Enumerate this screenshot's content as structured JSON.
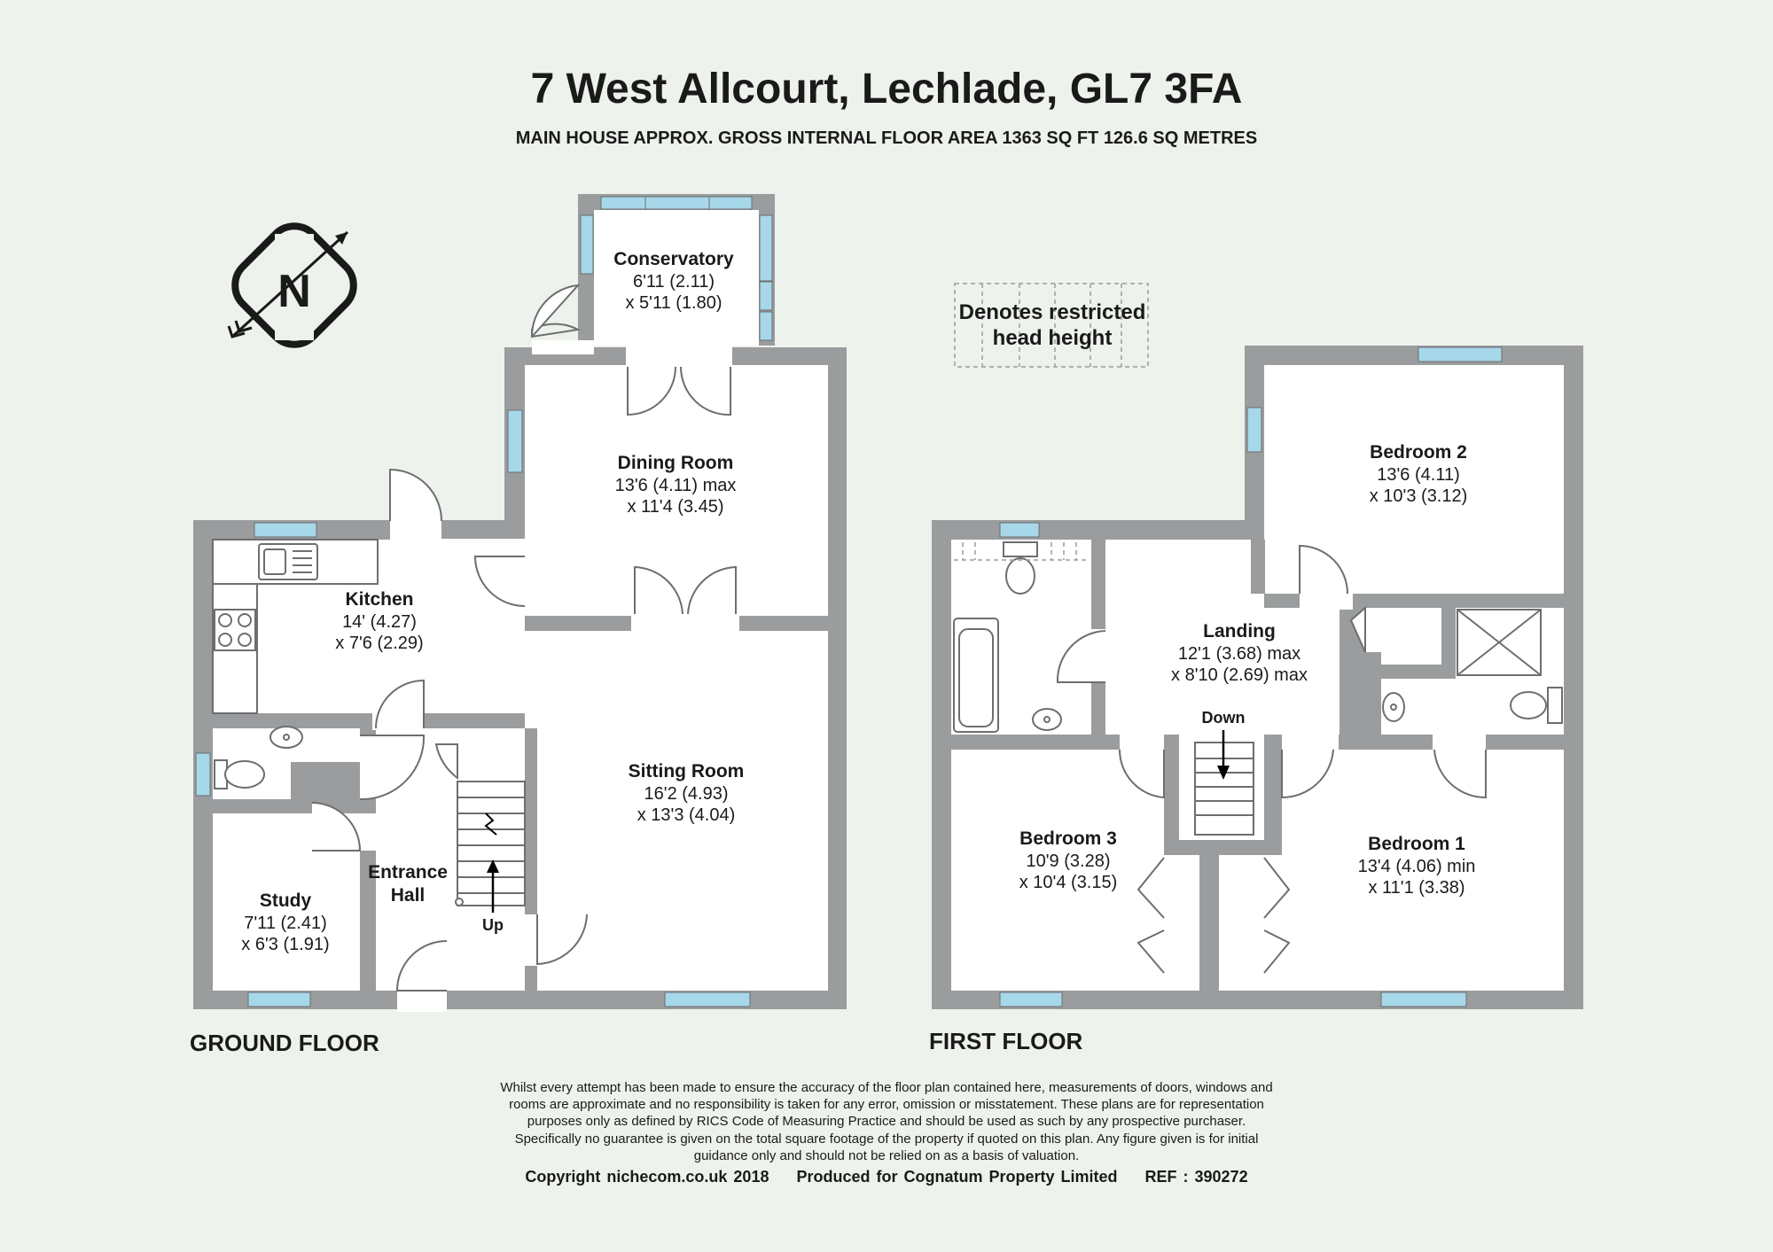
{
  "title": "7 West Allcourt, Lechlade, GL7 3FA",
  "subtitle": "MAIN HOUSE APPROX. GROSS INTERNAL FLOOR AREA 1363 SQ FT 126.6 SQ METRES",
  "compass": {
    "letter": "N",
    "icon": "north-compass-icon"
  },
  "legend": {
    "line1": "Denotes restricted",
    "line2": "head height"
  },
  "ground_floor": {
    "label": "GROUND FLOOR",
    "rooms": {
      "conservatory": {
        "name": "Conservatory",
        "dim1": "6'11 (2.11)",
        "dim2": "x 5'11 (1.80)"
      },
      "dining": {
        "name": "Dining Room",
        "dim1": "13'6 (4.11) max",
        "dim2": "x 11'4 (3.45)"
      },
      "kitchen": {
        "name": "Kitchen",
        "dim1": "14' (4.27)",
        "dim2": "x 7'6 (2.29)"
      },
      "sitting": {
        "name": "Sitting Room",
        "dim1": "16'2 (4.93)",
        "dim2": "x 13'3 (4.04)"
      },
      "hall": {
        "name1": "Entrance",
        "name2": "Hall"
      },
      "study": {
        "name": "Study",
        "dim1": "7'11 (2.41)",
        "dim2": "x 6'3 (1.91)"
      }
    },
    "stairs_label": "Up"
  },
  "first_floor": {
    "label": "FIRST FLOOR",
    "rooms": {
      "bedroom2": {
        "name": "Bedroom 2",
        "dim1": "13'6 (4.11)",
        "dim2": "x 10'3 (3.12)"
      },
      "landing": {
        "name": "Landing",
        "dim1": "12'1 (3.68) max",
        "dim2": "x 8'10 (2.69) max"
      },
      "bedroom3": {
        "name": "Bedroom 3",
        "dim1": "10'9 (3.28)",
        "dim2": "x 10'4 (3.15)"
      },
      "bedroom1": {
        "name": "Bedroom 1",
        "dim1": "13'4 (4.06) min",
        "dim2": "x 11'1 (3.38)"
      }
    },
    "stairs_label": "Down"
  },
  "disclaimer": {
    "line1": "Whilst every attempt has been made to ensure the accuracy of the floor plan contained here, measurements of doors, windows and",
    "line2": "rooms are approximate and no responsibility is taken for any error, omission or misstatement. These plans are for representation",
    "line3": "purposes only as defined by RICS Code of Measuring Practice and should be used as such by any prospective purchaser.",
    "line4": "Specifically no guarantee is given on the total square footage of the property if quoted on this plan. Any figure given is for initial",
    "line5": "guidance only and should not be relied on as a basis of valuation."
  },
  "footer": {
    "copyright": "Copyright nichecom.co.uk 2018",
    "produced": "Produced for Cognatum Property Limited",
    "ref": "REF :  390272"
  },
  "colors": {
    "wall": "#9a9c9e",
    "floor": "#ffffff",
    "window": "#a6d8ea",
    "background": "#eef2ec",
    "text": "#1a1a1a"
  }
}
